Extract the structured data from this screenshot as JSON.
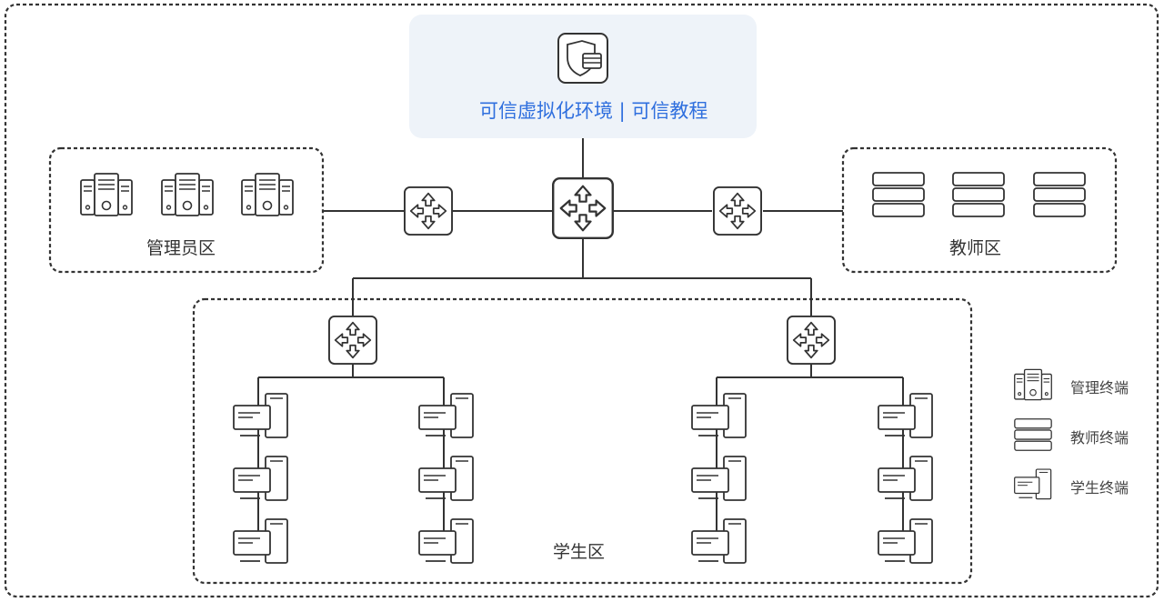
{
  "header": {
    "title": "可信虚拟化环境 | 可信教程",
    "icon": "shield-server-icon"
  },
  "zones": {
    "admin": {
      "label": "管理员区",
      "icon": "tower-server-icon",
      "count": 3
    },
    "teacher": {
      "label": "教师区",
      "icon": "rack-server-icon",
      "count": 3
    },
    "student": {
      "label": "学生区",
      "icon": "desktop-pc-icon",
      "groups": 4,
      "per_group": 3
    }
  },
  "legend": [
    {
      "label": "管理终端",
      "icon": "tower-server-icon"
    },
    {
      "label": "教师终端",
      "icon": "rack-server-icon"
    },
    {
      "label": "学生终端",
      "icon": "desktop-pc-icon"
    }
  ],
  "colors": {
    "line": "#333333",
    "header_bg": "#eef3f9",
    "title": "#2f6fde",
    "border": "#333333"
  }
}
